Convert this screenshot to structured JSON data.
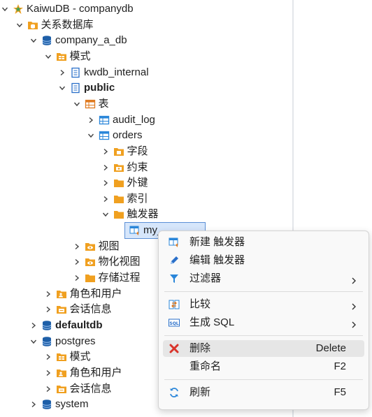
{
  "tree": [
    {
      "label": "KaiwuDB - companydb",
      "icon": "kaiwudb-connection-icon",
      "chevron": "down",
      "name": "tree-node-connection"
    },
    {
      "label": "关系数据库",
      "icon": "folder-database-icon",
      "chevron": "down",
      "name": "tree-node-relational-db"
    },
    {
      "label": "company_a_db",
      "icon": "database-icon",
      "chevron": "down",
      "name": "tree-node-company-a-db"
    },
    {
      "label": "模式",
      "icon": "schema-folder-icon",
      "chevron": "down",
      "name": "tree-node-schema"
    },
    {
      "label": "kwdb_internal",
      "icon": "schema-icon",
      "chevron": "right",
      "name": "tree-node-kwdb-internal"
    },
    {
      "label": "public",
      "icon": "schema-icon",
      "chevron": "down",
      "name": "tree-node-public",
      "bold": true
    },
    {
      "label": "表",
      "icon": "table-folder-icon",
      "chevron": "down",
      "name": "tree-node-tables"
    },
    {
      "label": "audit_log",
      "icon": "table-icon",
      "chevron": "right",
      "name": "tree-node-audit-log"
    },
    {
      "label": "orders",
      "icon": "table-icon",
      "chevron": "down",
      "name": "tree-node-orders"
    },
    {
      "label": "字段",
      "icon": "columns-folder-icon",
      "chevron": "right",
      "name": "tree-node-columns"
    },
    {
      "label": "约束",
      "icon": "constraints-folder-icon",
      "chevron": "right",
      "name": "tree-node-constraints"
    },
    {
      "label": "外键",
      "icon": "folder-icon",
      "chevron": "right",
      "name": "tree-node-foreign-keys"
    },
    {
      "label": "索引",
      "icon": "folder-icon",
      "chevron": "right",
      "name": "tree-node-indexes"
    },
    {
      "label": "触发器",
      "icon": "folder-icon",
      "chevron": "down",
      "name": "tree-node-triggers"
    },
    {
      "label": "my_",
      "icon": "trigger-icon",
      "chevron": "none",
      "name": "tree-node-trigger-selected",
      "selected": true
    },
    {
      "label": "视图",
      "icon": "view-folder-icon",
      "chevron": "right",
      "name": "tree-node-views"
    },
    {
      "label": "物化视图",
      "icon": "view-folder-icon",
      "chevron": "right",
      "name": "tree-node-materialized-views"
    },
    {
      "label": "存储过程",
      "icon": "folder-icon",
      "chevron": "right",
      "name": "tree-node-procedures"
    },
    {
      "label": "角色和用户",
      "icon": "users-folder-icon",
      "chevron": "right",
      "name": "tree-node-roles"
    },
    {
      "label": "会话信息",
      "icon": "session-folder-icon",
      "chevron": "right",
      "name": "tree-node-sessions"
    },
    {
      "label": "defaultdb",
      "icon": "database-icon",
      "chevron": "right",
      "name": "tree-node-defaultdb",
      "bold": true
    },
    {
      "label": "postgres",
      "icon": "database-icon",
      "chevron": "down",
      "name": "tree-node-postgres"
    },
    {
      "label": "模式",
      "icon": "schema-folder-icon",
      "chevron": "right",
      "name": "tree-node-postgres-schema"
    },
    {
      "label": "角色和用户",
      "icon": "users-folder-icon",
      "chevron": "right",
      "name": "tree-node-postgres-roles"
    },
    {
      "label": "会话信息",
      "icon": "session-folder-icon",
      "chevron": "right",
      "name": "tree-node-postgres-sessions"
    },
    {
      "label": "system",
      "icon": "database-icon",
      "chevron": "right",
      "name": "tree-node-system"
    }
  ],
  "menu": {
    "new_trigger": "新建 触发器",
    "edit_trigger": "编辑 触发器",
    "filter": "过滤器",
    "compare": "比较",
    "generate_sql": "生成 SQL",
    "delete": "删除",
    "delete_key": "Delete",
    "rename": "重命名",
    "rename_key": "F2",
    "refresh": "刷新",
    "refresh_key": "F5"
  },
  "colors": {
    "folder": "#f0a020",
    "database": "#1e5fa8",
    "table": "#2a86d9",
    "selection": "#d6e6fb",
    "delete": "#d9342b"
  }
}
